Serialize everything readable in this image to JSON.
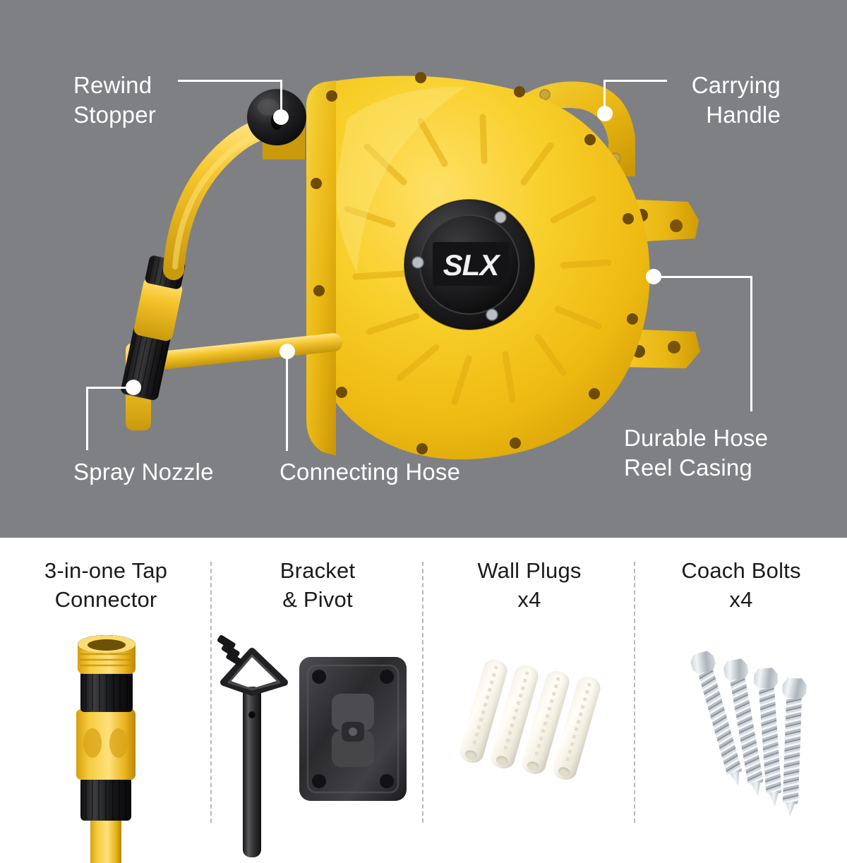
{
  "hero": {
    "background_color": "#7f8084",
    "product": {
      "brand_logo_text": "SLX",
      "casing_color": "#f5c518",
      "hub_color": "#1c1c1c"
    },
    "callouts": [
      {
        "id": "rewind-stopper",
        "label": "Rewind\nStopper",
        "align": "left"
      },
      {
        "id": "carrying-handle",
        "label": "Carrying\nHandle",
        "align": "right"
      },
      {
        "id": "durable-hose-reel-casing",
        "label": "Durable Hose\nReel Casing",
        "align": "left"
      },
      {
        "id": "spray-nozzle",
        "label": "Spray Nozzle",
        "align": "left"
      },
      {
        "id": "connecting-hose",
        "label": "Connecting Hose",
        "align": "left"
      }
    ]
  },
  "accessories": {
    "divider_color": "#b9b9b9",
    "items": [
      {
        "id": "tap-connector",
        "label": "3-in-one Tap\nConnector"
      },
      {
        "id": "bracket-pivot",
        "label": "Bracket\n& Pivot"
      },
      {
        "id": "wall-plugs",
        "label": "Wall Plugs\nx4"
      },
      {
        "id": "coach-bolts",
        "label": "Coach Bolts\nx4"
      }
    ]
  }
}
